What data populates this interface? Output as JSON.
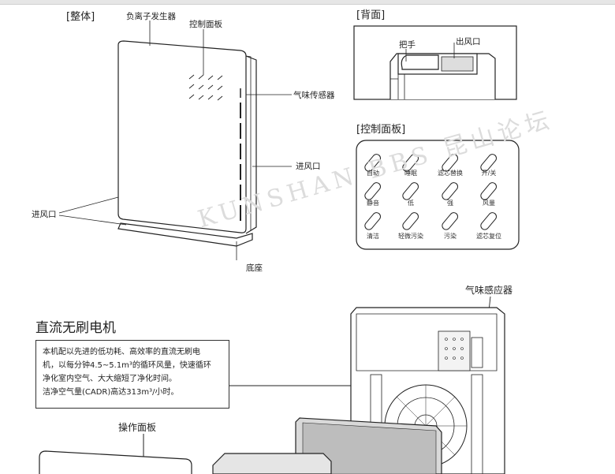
{
  "overall": {
    "section_title": "[整体]",
    "labels": {
      "ion_generator": "负离子发生器",
      "control_panel": "控制面板",
      "odor_sensor": "气味传感器",
      "air_inlet_right": "进风口",
      "air_inlet_left": "进风口",
      "base": "底座"
    }
  },
  "back": {
    "section_title": "[背面]",
    "labels": {
      "handle": "把手",
      "air_outlet": "出风口"
    }
  },
  "control_panel": {
    "section_title": "[控制面板]",
    "buttons": [
      "自动",
      "睡眠",
      "滤芯替换",
      "开/关",
      "静音",
      "低",
      "强",
      "风量",
      "清洁",
      "轻微污染",
      "污染",
      "滤芯复位"
    ]
  },
  "watermark": "KUNSHAN BBS 昆山论坛",
  "motor": {
    "title": "直流无刷电机",
    "description_lines": [
      "本机配以先进的低功耗、高效率的直流无刷电",
      "机，以每分钟4.5~5.1m³的循环风量，快速循环",
      "净化室内空气、大大缩短了净化时间。",
      "洁净空气量(CADR)高达313m³/小时。"
    ],
    "odor_sensor_label": "气味感应器",
    "operation_panel_label": "操作面板"
  }
}
